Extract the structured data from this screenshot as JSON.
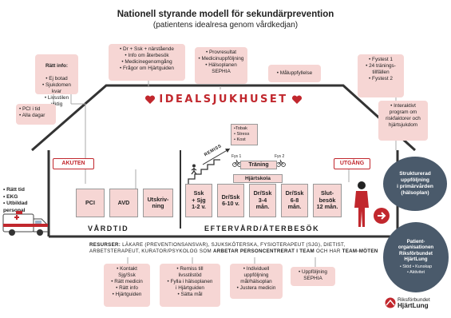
{
  "title": "Nationell styrande modell för sekundärprevention",
  "subtitle": "(patientens idealresa genom vårdkedjan)",
  "top_boxes": {
    "ratt_info": {
      "heading": "Rätt info:",
      "items": "• Ej botad\n• Sjukdomen kvar\n• Livsstilen viktig"
    },
    "dr_ssk": "• Dr + Ssk + närstående\n• Info om återbesök\n• Medicinegenomgång\n• Frågor om Hjärtguiden",
    "provresultat": "• Provresultat\n• Medicinuppföljning\n• Hälsoplanen\nSEPHIA",
    "malupp": "• Måluppfyllelse",
    "fystest": "• Fystest 1\n• 24 tränings-\ntillfällen\n• Fystest 2",
    "pci_tid": "• PCI i tid\n• Alla dagar",
    "interaktivt": "• Interaktivt\nprogram om\nriskfaktorer och\nhjärtsjukdom"
  },
  "house_label": "IDEALSJUKHUSET",
  "akuten": "AKUTEN",
  "utgang": "UTGÅNG",
  "left_list": "• Rätt tid\n• EKG\n• Utbildad\npersonal",
  "vard_boxes": [
    "PCI",
    "AVD",
    "Utskriv-\nning"
  ],
  "efter_boxes": [
    "Ssk\n+ Sjg\n1-2 v.",
    "Dr/Ssk\n6-10 v.",
    "Dr/Ssk\n3-4\nmån.",
    "Dr/Ssk\n6-8\nmån.",
    "Slut-\nbesök\n12 mån."
  ],
  "vardtid": "VÅRDTID",
  "eftervard": "EFTERVÅRD/ÅTERBESÖK",
  "remiss": "REMISS",
  "risk_box": "•Tobak\n• Stress\n• Kost",
  "fys1": "Fys 1",
  "fys2": "Fys 2",
  "traning": "Träning",
  "hjartskola": "Hjärtskola",
  "resurser_prefix": "RESURSER:",
  "resurser_line1": " LÄKARE (PREVENTIONSANSVAR), SJUKSKÖTERSKA, FYSIOTERAPEUT (SJG), DIETIST,",
  "resurser_line2": "ARBETSTERAPEUT, KURATOR/PSYKOLOG SOM ",
  "resurser_bold1": "ARBETAR PERSONCENTRERAT I TEAM",
  "resurser_mid": " OCH HAR ",
  "resurser_bold2": "TEAM-MÖTEN",
  "bottom_boxes": [
    "• Kontakt\nSjg/Ssk\n• Rätt medicin\n• Rätt info\n• Hjärtguiden",
    "• Remiss till\nlivsstilstöd\n• Fylla i hälsoplanen\ni Hjärtguiden\n• Sätta mål",
    "• Individuell\nuppföljning\nmål/hälsoplan\n• Justera medicin",
    "• Uppföljning\nSEPHIA"
  ],
  "struktur": "Strukturerad\nuppföljning\ni primärvården\n(hälsoplan)",
  "patient_org": {
    "title": "Patient-\norganisationen\nRiksförbundet\nHjärtLung",
    "sub": "• Stöd • Kunskap\n• Aktivitet"
  },
  "logo": {
    "line1": "Riksförbundet",
    "line2": "HjärtLung"
  },
  "colors": {
    "accent": "#c1272d",
    "pink": "#f6d6d4",
    "dark": "#4a5a6b"
  }
}
